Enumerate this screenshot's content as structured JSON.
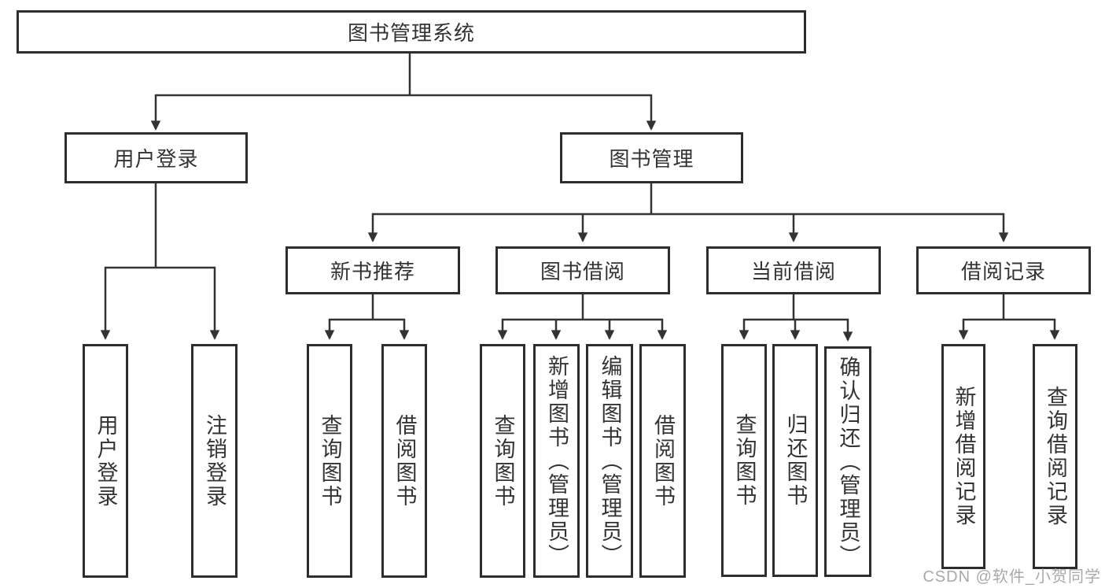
{
  "tree": {
    "label": "图书管理系统",
    "children": [
      {
        "label": "用户登录",
        "children": [
          {
            "label": "用户登录"
          },
          {
            "label": "注销登录"
          }
        ]
      },
      {
        "label": "图书管理",
        "children": [
          {
            "label": "新书推荐",
            "children": [
              {
                "label": "查询图书"
              },
              {
                "label": "借阅图书"
              }
            ]
          },
          {
            "label": "图书借阅",
            "children": [
              {
                "label": "查询图书"
              },
              {
                "label": "新增图书（管理员）"
              },
              {
                "label": "编辑图书（管理员）"
              },
              {
                "label": "借阅图书"
              }
            ]
          },
          {
            "label": "当前借阅",
            "children": [
              {
                "label": "查询图书"
              },
              {
                "label": "归还图书"
              },
              {
                "label": "确认归还（管理员）"
              }
            ]
          },
          {
            "label": "借阅记录",
            "children": [
              {
                "label": "新增借阅记录"
              },
              {
                "label": "查询借阅记录"
              }
            ]
          }
        ]
      }
    ]
  },
  "watermark": {
    "text": "CSDN @软件_小贺同学"
  },
  "colors": {
    "line": "#333333",
    "border": "#2d2d2d",
    "text": "#333333",
    "box_fill": "#ffffff",
    "background": "#ffffff",
    "watermark": "#a9a9a9"
  }
}
